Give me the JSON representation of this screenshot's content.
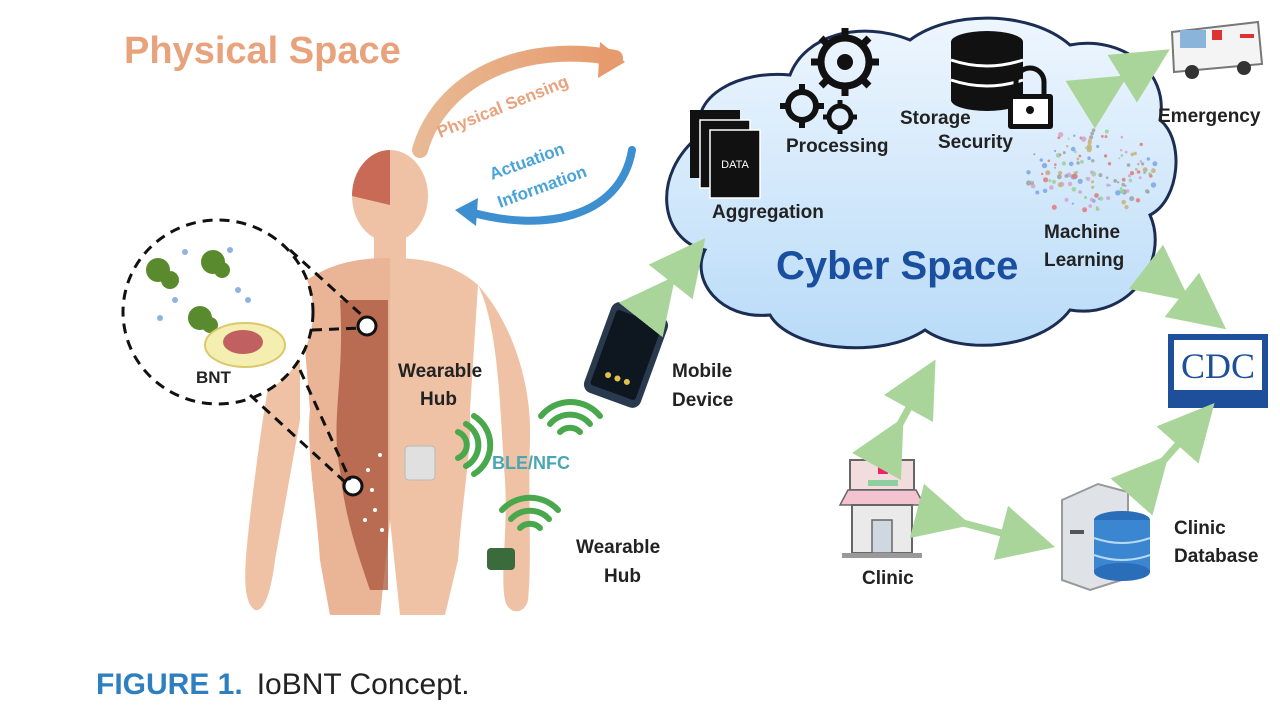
{
  "physical_space_title": "Physical Space",
  "cyber_space_title": "Cyber Space",
  "arrows": {
    "physical_sensing": "Physical Sensing",
    "actuation_line1": "Actuation",
    "actuation_line2": "Information"
  },
  "cloud": {
    "data_tag": "DATA",
    "aggregation": "Aggregation",
    "processing": "Processing",
    "storage_line1": "Storage",
    "storage_line2": "Security",
    "ml_line1": "Machine",
    "ml_line2": "Learning"
  },
  "labels": {
    "bnt": "BNT",
    "wearable_hub_body_line1": "Wearable",
    "wearable_hub_body_line2": "Hub",
    "wearable_hub_wrist_line1": "Wearable",
    "wearable_hub_wrist_line2": "Hub",
    "ble_nfc": "BLE/NFC",
    "mobile_line1": "Mobile",
    "mobile_line2": "Device",
    "emergency": "Emergency",
    "clinic": "Clinic",
    "clinic_db_line1": "Clinic",
    "clinic_db_line2": "Database",
    "cdc": "CDC"
  },
  "caption": {
    "number": "FIGURE 1.",
    "text": "IoBNT Concept."
  },
  "colors": {
    "skin": "#efc2a6",
    "organ": "#a8543a",
    "cloud_fill": "#cfe6fb",
    "cloud_stroke": "#1b2d52",
    "arrow_green": "#a9d59a",
    "wireless_green": "#49a84c",
    "cdc_blue": "#1d4f9a"
  }
}
